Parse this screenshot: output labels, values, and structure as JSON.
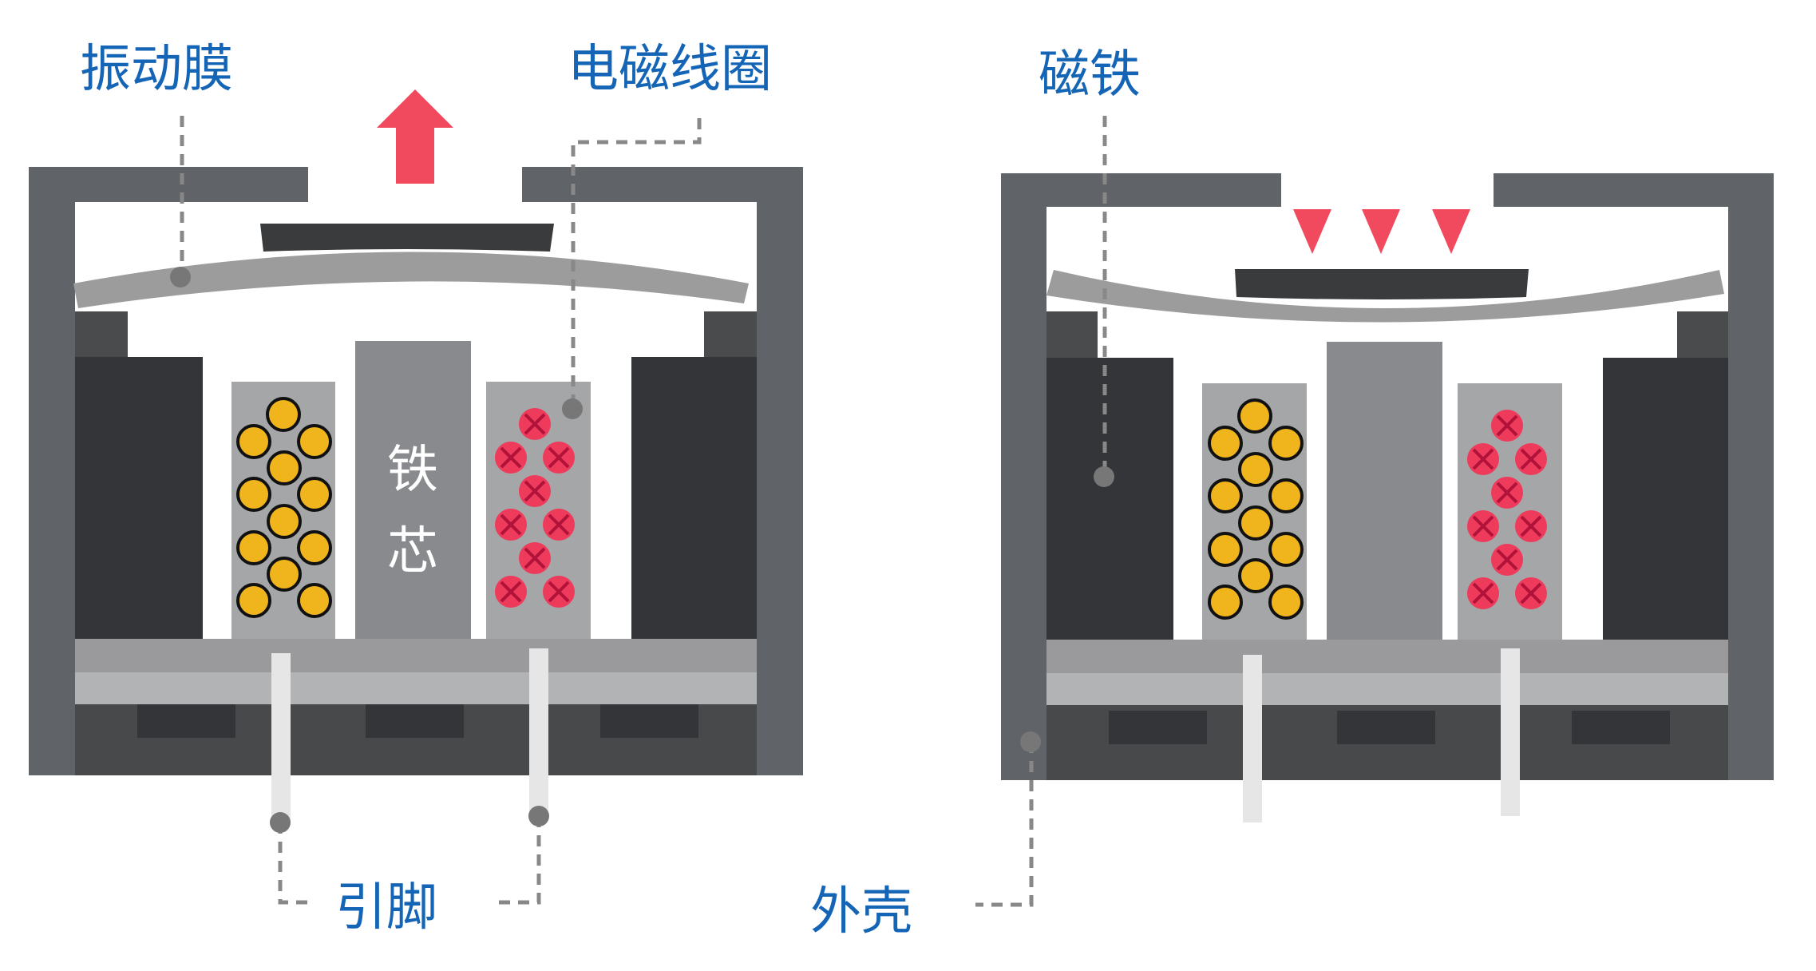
{
  "labels": {
    "diaphragm": "振动膜",
    "coil": "电磁线圈",
    "magnet": "磁铁",
    "pins": "引脚",
    "housing": "外壳",
    "core_line1": "铁",
    "core_line2": "芯"
  },
  "colors": {
    "housing": "#606368",
    "magnet_block": "#333538",
    "diaphragm": "#9c9c9c",
    "diaphragm_weight": "#3a3b3d",
    "core": "#888a8d",
    "coil_bg": "#a5a6a8",
    "coil_wire_out": "#f0b41c",
    "coil_wire_in": "#ee3b5b",
    "arrow": "#f14a5e",
    "label_text": "#1565b7"
  },
  "icons": {
    "up_arrow": "up-arrow-icon",
    "down_triangles": "down-triangle-icon",
    "current_in": "cross-circle-icon",
    "current_out": "dot-circle-icon"
  }
}
